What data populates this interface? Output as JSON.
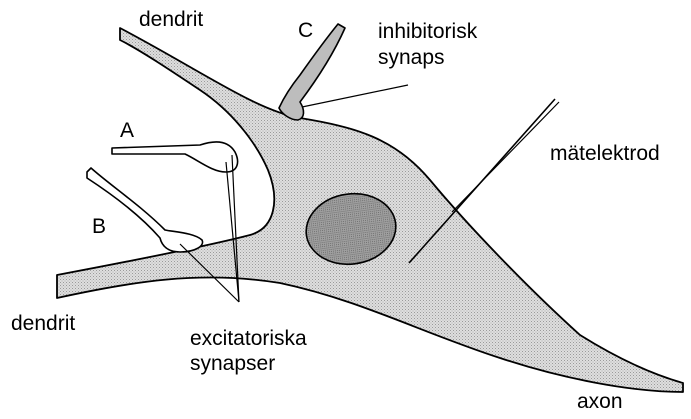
{
  "colors": {
    "fill": "#cfcfcf",
    "stroke": "#000000",
    "nucleus": "#8c8c8c",
    "background": "#ffffff"
  },
  "labels": {
    "dendrit_top": "dendrit",
    "dendrit_bottom": "dendrit",
    "a": "A",
    "b": "B",
    "c": "C",
    "inhibitory_line1": "inhibitorisk",
    "inhibitory_line2": "synaps",
    "electrode": "mätelektrod",
    "excitatory_line1": "excitatoriska",
    "excitatory_line2": "synapser",
    "axon": "axon"
  }
}
